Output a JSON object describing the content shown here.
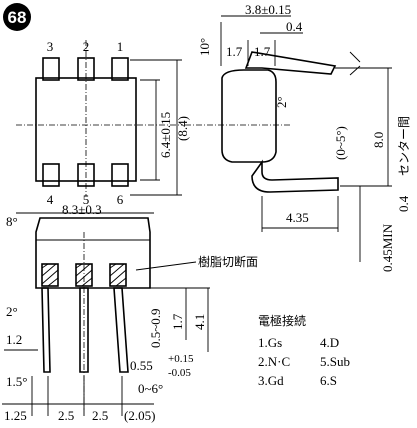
{
  "figure_number": "68",
  "top_view": {
    "pin_numbers_top": [
      "3",
      "2",
      "1"
    ],
    "pin_numbers_bottom": [
      "4",
      "5",
      "6"
    ],
    "height_dim": "6.4±0.15",
    "span_dim": "(8.4)"
  },
  "side_view": {
    "width_dim": "3.8±0.15",
    "gap_dim": "0.4",
    "lead_spacing_a": "1.7",
    "lead_spacing_b": "1.7",
    "angle_top": "10°",
    "angle_mid": "2°",
    "lead_angle": "(0~5°)",
    "center_dim": "8.0",
    "center_note": "センター間",
    "thickness_dim": "0.4",
    "lead_length": "4.35",
    "min_dim": "0.45MIN"
  },
  "front_view": {
    "angle_top": "8°",
    "width_dim": "8.3±0.3",
    "material_note": "樹脂切断面",
    "standoff_dim": "0.5~0.9",
    "lead_dim": "1.7",
    "height_dim": "4.1",
    "angle_left": "2°",
    "pitch_left": "1.2",
    "angle_bottom_left": "1.5°",
    "lead_width": "0.55",
    "lead_tol_plus": "+0.15",
    "lead_tol_minus": "-0.05",
    "lead_bend": "0~6°",
    "bottom_dims": [
      "1.25",
      "2.5",
      "2.5",
      "(2.05)"
    ]
  },
  "pin_legend": {
    "title": "電極接続",
    "rows": [
      [
        "1.Gs",
        "4.D"
      ],
      [
        "2.N·C",
        "5.Sub"
      ],
      [
        "3.Gd",
        "6.S"
      ]
    ]
  }
}
